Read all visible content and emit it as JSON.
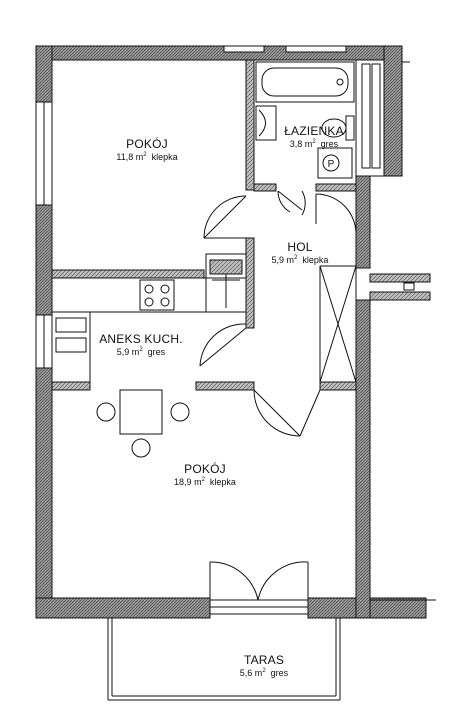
{
  "rooms": [
    {
      "id": "pokoj1",
      "name": "POKÓJ",
      "area": "11,8 m",
      "unit_sup": "2",
      "material": "klepka"
    },
    {
      "id": "lazienka",
      "name": "ŁAZIENKA",
      "area": "3,8 m",
      "unit_sup": "2",
      "material": "gres"
    },
    {
      "id": "hol",
      "name": "HOL",
      "area": "5,9 m",
      "unit_sup": "2",
      "material": "klepka"
    },
    {
      "id": "aneks",
      "name": "ANEKS KUCH.",
      "area": "5,9 m",
      "unit_sup": "2",
      "material": "gres"
    },
    {
      "id": "pokoj2",
      "name": "POKÓJ",
      "area": "18,9 m",
      "unit_sup": "2",
      "material": "klepka"
    },
    {
      "id": "taras",
      "name": "TARAS",
      "area": "5,6 m",
      "unit_sup": "2",
      "material": "gres"
    }
  ],
  "fixtures": {
    "boiler_symbol": "P"
  }
}
